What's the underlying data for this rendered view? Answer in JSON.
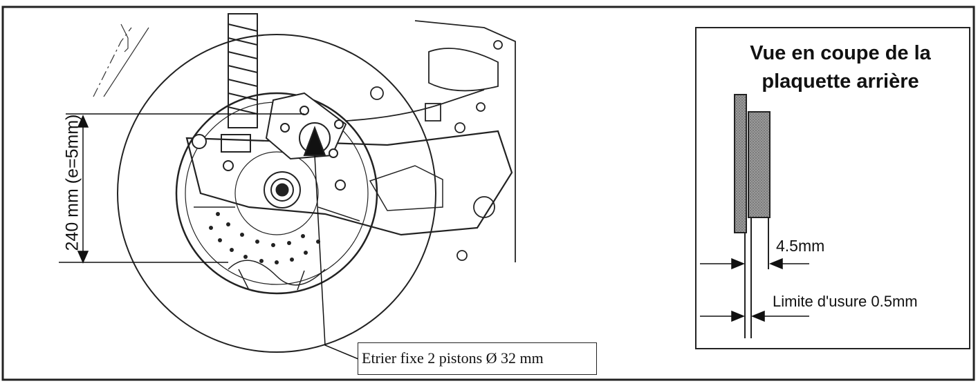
{
  "labels": {
    "dimension": "240 mm (e=5mm)",
    "caliper": "Etrier fixe 2 pistons Ø 32 mm"
  },
  "inset": {
    "title_line1": "Vue en coupe de la",
    "title_line2": "plaquette arrière",
    "thickness": "4.5mm",
    "wear_limit": "Limite d'usure 0.5mm"
  }
}
